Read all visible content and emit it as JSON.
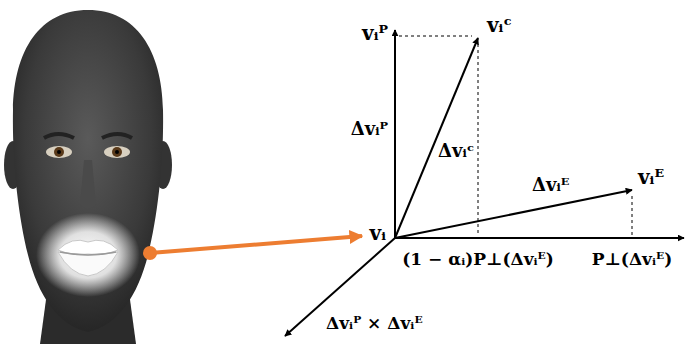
{
  "diagram": {
    "labels": [
      "vᵢᴾ",
      "vᵢᶜ",
      "Δvᵢᴾ",
      "Δvᵢᶜ",
      "Δvᵢᴱ",
      "vᵢᴱ",
      "vᵢ",
      "(1 − αᵢ)P⊥(Δvᵢᴱ)",
      "P⊥(Δvᵢᴱ)",
      "Δvᵢᴾ × Δvᵢᴱ"
    ]
  }
}
